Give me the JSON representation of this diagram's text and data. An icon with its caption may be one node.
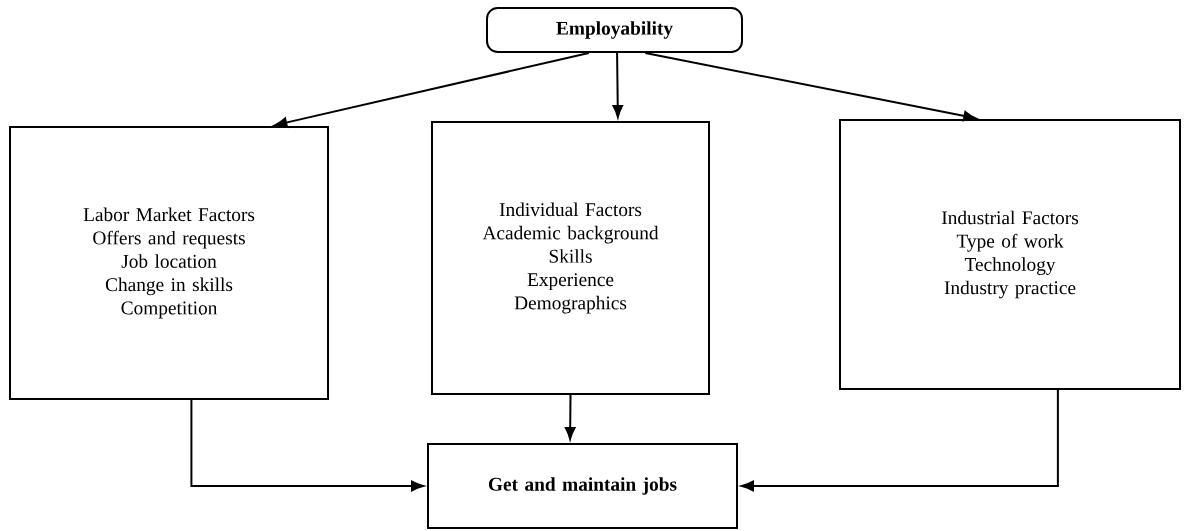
{
  "diagram": {
    "nodes": [
      {
        "text": [
          "Employability"
        ]
      },
      {
        "text": [
          "Labor Market Factors",
          "Offers and requests",
          "Job location",
          "Change in skills",
          "Competition"
        ]
      },
      {
        "text": [
          "Individual Factors",
          "Academic background",
          "Skills",
          "Experience",
          "Demographics"
        ]
      },
      {
        "text": [
          "Industrial Factors",
          "Type of work",
          "Technology",
          "Industry practice"
        ]
      },
      {
        "text": [
          "Get and maintain jobs"
        ]
      }
    ],
    "edges": [
      {
        "from": 0,
        "to": 1,
        "arrow": "to"
      },
      {
        "from": 0,
        "to": 2,
        "arrow": "to"
      },
      {
        "from": 0,
        "to": 3,
        "arrow": "to"
      },
      {
        "from": 1,
        "to": 4,
        "arrow": "to"
      },
      {
        "from": 2,
        "to": 4,
        "arrow": "to"
      },
      {
        "from": 3,
        "to": 4,
        "arrow": "to"
      }
    ]
  }
}
